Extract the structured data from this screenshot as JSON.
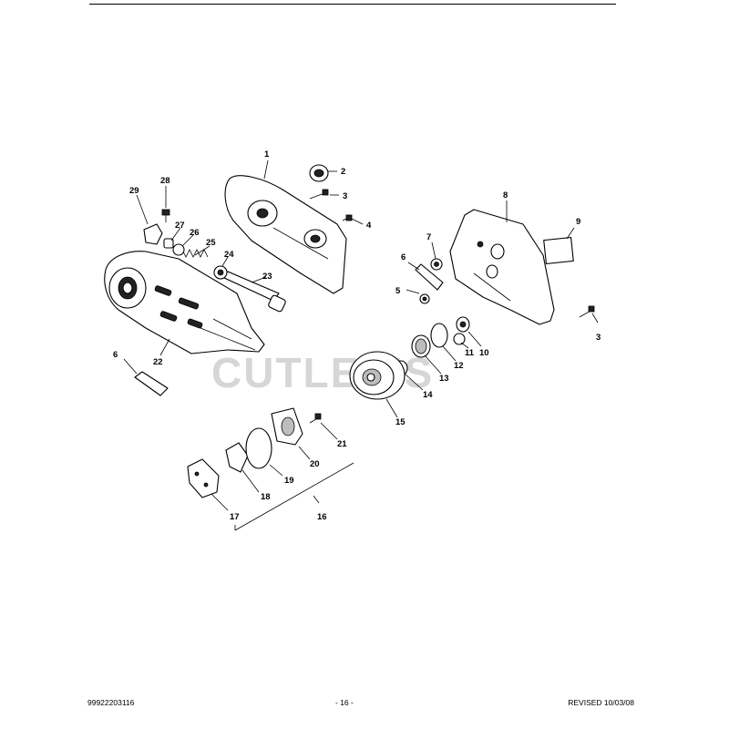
{
  "watermark": "CUTLER'S",
  "footer": {
    "doc_number": "99922203116",
    "page_number": "- 16 -",
    "revision": "REVISED 10/03/08"
  },
  "callouts": [
    "1",
    "2",
    "3",
    "4",
    "5",
    "6",
    "7",
    "8",
    "9",
    "10",
    "11",
    "12",
    "13",
    "14",
    "15",
    "16",
    "17",
    "18",
    "19",
    "20",
    "21",
    "22",
    "23",
    "24",
    "25",
    "26",
    "27",
    "28",
    "29"
  ]
}
